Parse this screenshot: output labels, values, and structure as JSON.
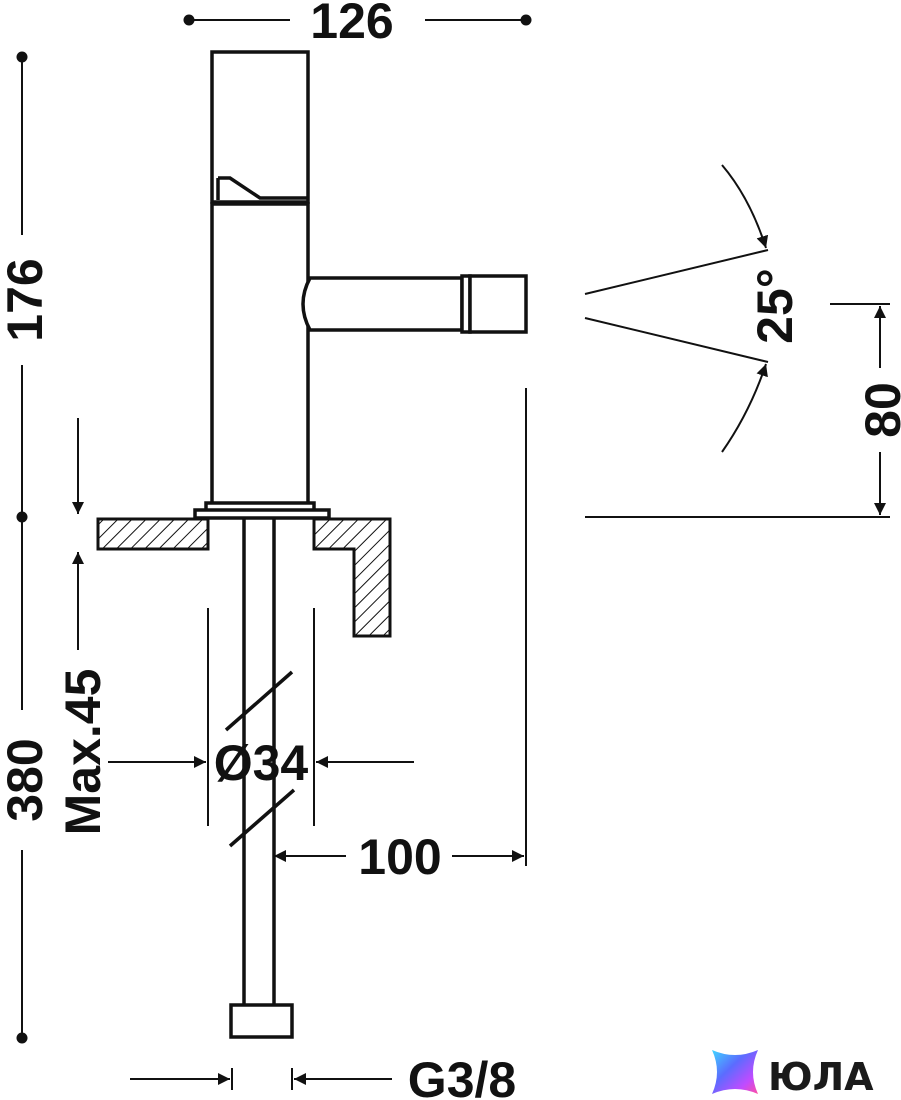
{
  "dimensions": {
    "width_total": "126",
    "height_upper": "176",
    "height_lower": "380",
    "max_thickness": "Max.45",
    "diameter": "Ø34",
    "spout_reach": "100",
    "spray_angle": "25°",
    "spout_height": "80",
    "thread": "G3/8"
  },
  "logo": {
    "text": "ЮЛА",
    "colors": [
      "#5b6cff",
      "#c04bff",
      "#ff4fa3",
      "#3fd6ff"
    ]
  },
  "colors": {
    "line": "#111111",
    "background": "#ffffff"
  }
}
